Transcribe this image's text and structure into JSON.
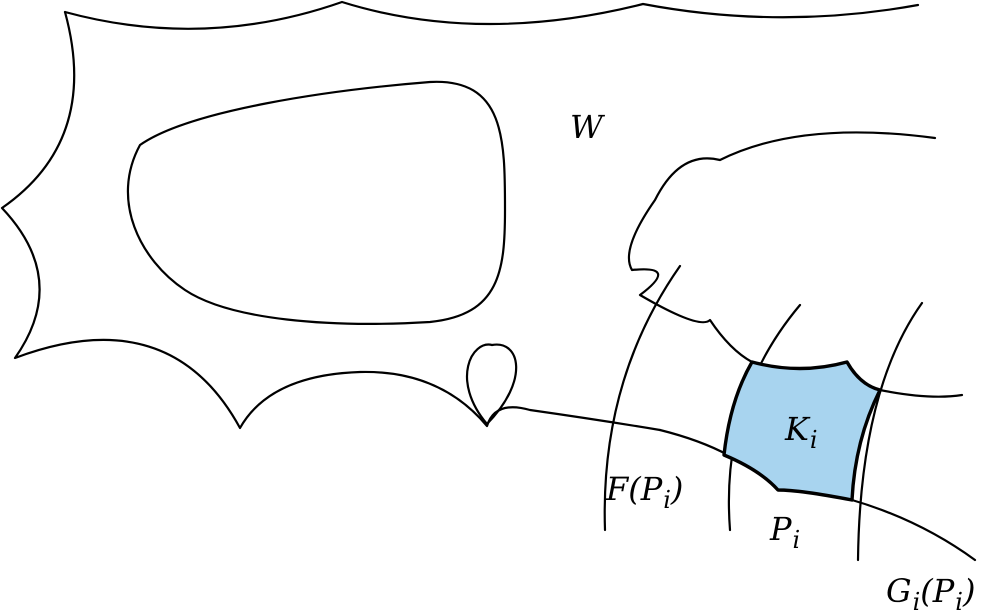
{
  "labels": {
    "W": "W",
    "K": "K",
    "K_sub": "i",
    "F_open": "F(P",
    "F_sub": "i",
    "F_close": ")",
    "P": "P",
    "P_sub": "i",
    "G": "G",
    "G_sub": "i",
    "G_open": "(P",
    "G_sub2": "i",
    "G_close": ")"
  },
  "colors": {
    "region_fill": "#a8d4ef",
    "stroke": "#000000"
  }
}
